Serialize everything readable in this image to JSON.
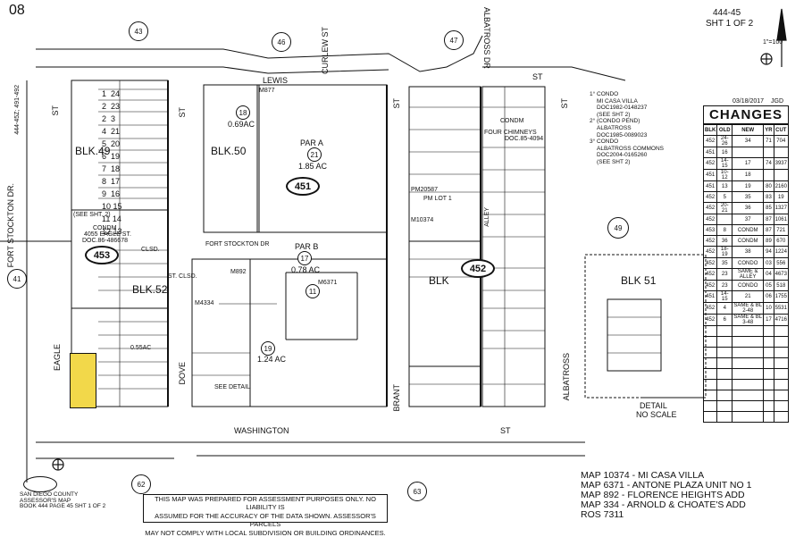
{
  "header": {
    "map_number": "08",
    "book_page": "444-45",
    "sheet": "SHT 1 OF 2",
    "scale": "1\"=100'",
    "date": "03/18/2017",
    "initials": "JGD",
    "side_ref": "444-45Z; 491-492"
  },
  "streets": {
    "lewis": "LEWIS",
    "curlew": "CURLEW ST",
    "albatross_dr": "ALBATROSS DR",
    "fort_stockton": "FORT STOCKTON DR.",
    "fort_stockton_inner": "FORT STOCKTON DR",
    "eagle": "EAGLE",
    "dove": "DOVE",
    "brant": "BRANT",
    "albatross": "ALBATROSS",
    "washington": "WASHINGTON",
    "st": "ST",
    "alley": "ALLEY",
    "st_clsd": "ST. CLSD.",
    "clsd": "CLSD."
  },
  "page_circles": [
    "43",
    "46",
    "47",
    "41",
    "49",
    "62",
    "63"
  ],
  "ovals": [
    "451",
    "452",
    "453"
  ],
  "blocks": {
    "blk49": "BLK.49",
    "blk50": "BLK.50",
    "blk52": "BLK.52",
    "blk51": "BLK 51",
    "blk": "BLK"
  },
  "parcels": {
    "par_a": "PAR A",
    "par_a_ac": "1.85 AC",
    "par_b": "PAR B",
    "par_b_ac": "0.78 AC",
    "p18_ac": "0.69AC",
    "p19_ac": "1.24 AC",
    "p11_ac": "0.55AC",
    "see_sht2": "(SEE SHT. 2)",
    "condm_4055": "CONDM",
    "eagle_st": "4055 EAGLE ST.",
    "doc_453": "DOC.86-486678",
    "condm_fc": "CONDM",
    "four_chimneys": "FOUR CHIMNEYS",
    "doc_fc": "DOC.85-4094",
    "pm20587": "PM20587",
    "pm_lot": "PM LOT 1",
    "m10374": "M10374",
    "m877": "M877",
    "m892": "M892",
    "m6371": "M6371",
    "m4334": "M4334",
    "see_detail": "SEE DETAIL",
    "detail": "DETAIL",
    "no_scale": "NO SCALE"
  },
  "footnotes": [
    "1° CONDO",
    "MI CASA VILLA",
    "DOC1982-0148237",
    "(SEE SHT 2)",
    "2° (CONDO PEND)",
    "ALBATROSS",
    "DOC1985-0089023",
    "3° CONDO",
    "ALBATROSS COMMONS",
    "DOC2004-0165260",
    "(SEE SHT 2)"
  ],
  "changes": {
    "title": "CHANGES",
    "headers": [
      "BLK",
      "OLD",
      "NEW",
      "YR",
      "CUT"
    ],
    "rows": [
      [
        "452",
        "24-26",
        "34",
        "71",
        "704"
      ],
      [
        "451",
        "16",
        "",
        "",
        ""
      ],
      [
        "452",
        "14-15",
        "17",
        "74",
        "3937"
      ],
      [
        "451",
        "10-12",
        "18",
        "",
        ""
      ],
      [
        "451",
        "13",
        "19",
        "80",
        "2160"
      ],
      [
        "452",
        "5",
        "35",
        "83",
        "19"
      ],
      [
        "452",
        "20-21",
        "36",
        "85",
        "1327"
      ],
      [
        "452",
        "",
        "37",
        "87",
        "1061"
      ],
      [
        "453",
        "8",
        "CONDM",
        "87",
        "721"
      ],
      [
        "452",
        "36",
        "CONDM",
        "89",
        "670"
      ],
      [
        "452",
        "18-19",
        "38",
        "94",
        "1224"
      ],
      [
        "452",
        "35",
        "CONDO",
        "03",
        "556"
      ],
      [
        "452",
        "23",
        "SAME & ALLEY",
        "04",
        "4673"
      ],
      [
        "452",
        "23",
        "CONDO",
        "05",
        "518"
      ],
      [
        "451",
        "14-15",
        "21",
        "06",
        "1755"
      ],
      [
        "452",
        "4",
        "SAME & BL 2-48",
        "10",
        "5531"
      ],
      [
        "452",
        "6",
        "SAME & BL 3-48",
        "17",
        "4716"
      ]
    ]
  },
  "disclaimer": [
    "THIS MAP WAS PREPARED FOR ASSESSMENT PURPOSES ONLY.  NO LIABILITY IS",
    "ASSUMED FOR THE ACCURACY OF THE DATA SHOWN.  ASSESSOR'S PARCELS",
    "MAY NOT COMPLY WITH LOCAL SUBDIVISION OR BUILDING ORDINANCES."
  ],
  "legend": [
    "MAP 10374 - MI CASA VILLA",
    "MAP  6371 - ANTONE PLAZA UNIT NO 1",
    "MAP   892 - FLORENCE HEIGHTS ADD",
    "MAP   334 - ARNOLD & CHOATE'S ADD",
    "ROS 7311"
  ],
  "assessor": {
    "line1": "SAN DIEGO COUNTY",
    "line2": "ASSESSOR'S MAP",
    "line3": "BOOK 444 PAGE 45 SHT 1 OF 2"
  },
  "colors": {
    "highlight": "#f2d84a",
    "ink": "#111111"
  }
}
